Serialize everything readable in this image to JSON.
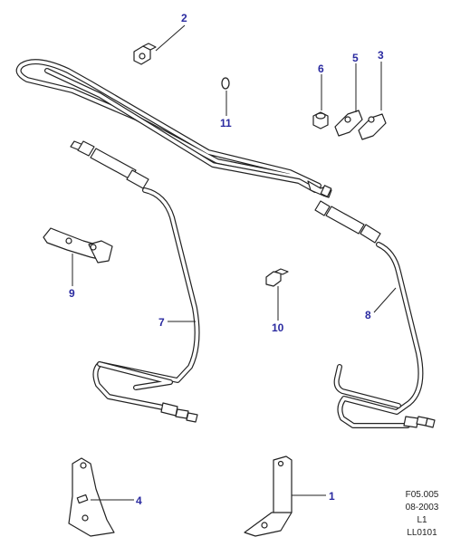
{
  "callouts": {
    "c1": "1",
    "c2": "2",
    "c3": "3",
    "c4": "4",
    "c5": "5",
    "c6": "6",
    "c7": "7",
    "c8": "8",
    "c9": "9",
    "c10": "10",
    "c11": "11"
  },
  "reference": {
    "figure_code": "F05.005",
    "date": "08-2003",
    "level": "L1",
    "drawing_id": "LL0101"
  },
  "colors": {
    "callout_text": "#2a2aa0",
    "line": "#222222",
    "background": "#ffffff"
  }
}
